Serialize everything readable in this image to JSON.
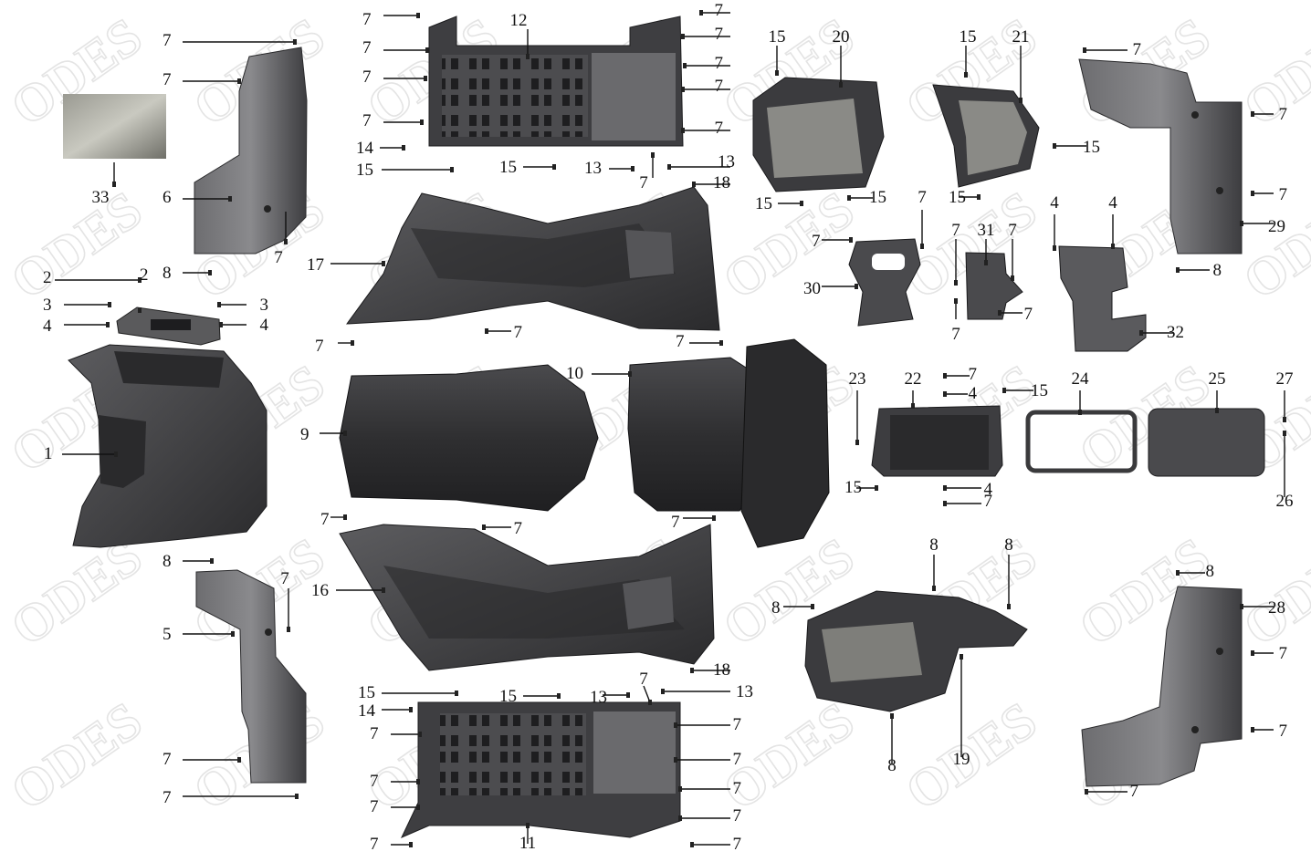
{
  "watermark": "ODES",
  "callouts": [
    "1",
    "2",
    "3",
    "4",
    "5",
    "6",
    "7",
    "8",
    "9",
    "10",
    "11",
    "12",
    "13",
    "14",
    "15",
    "16",
    "17",
    "18",
    "19",
    "20",
    "21",
    "22",
    "23",
    "24",
    "25",
    "26",
    "27",
    "28",
    "29",
    "30",
    "31",
    "32",
    "33"
  ],
  "colors": {
    "part_dark": "#3a3a3c",
    "part_mid": "#5a5a5c",
    "part_light": "#7d7d80",
    "leader": "#111111"
  }
}
